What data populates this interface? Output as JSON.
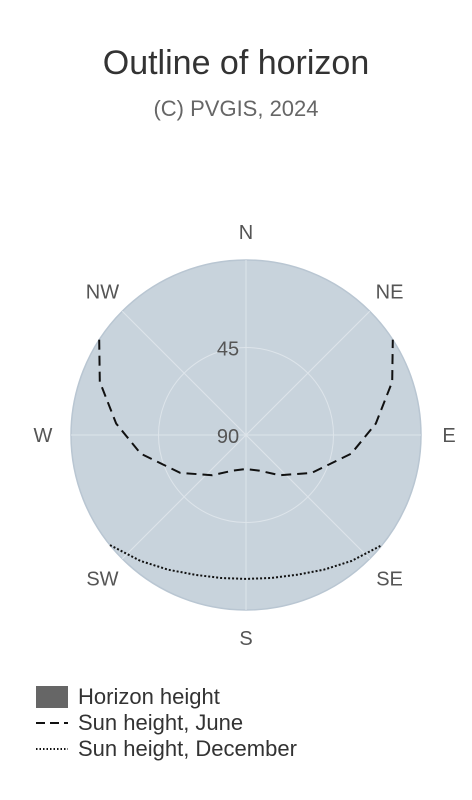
{
  "chart_data": {
    "type": "polar",
    "title": "Outline of horizon",
    "subtitle": "(C) PVGIS, 2024",
    "directions": [
      "N",
      "NE",
      "E",
      "SE",
      "S",
      "SW",
      "W",
      "NW"
    ],
    "radial_ticks": [
      "45",
      "90"
    ],
    "radial_range": [
      0,
      90
    ],
    "grid": true,
    "colors": {
      "horizon_fill": "#c8d3dc",
      "horizon_stroke": "#b9c6d2",
      "grid": "#dde4ea",
      "line": "#111111",
      "legend_horizon": "#666666"
    },
    "series": [
      {
        "name": "Horizon height",
        "style": "area",
        "values": [
          {
            "azimuth": 0,
            "elevation": 0
          },
          {
            "azimuth": 90,
            "elevation": 0
          },
          {
            "azimuth": 180,
            "elevation": 0
          },
          {
            "azimuth": 270,
            "elevation": 0
          }
        ]
      },
      {
        "name": "Sun height, June",
        "style": "dashed",
        "values": [
          {
            "azimuth": -123,
            "elevation": 0
          },
          {
            "azimuth": -110,
            "elevation": 10
          },
          {
            "azimuth": -95,
            "elevation": 23
          },
          {
            "azimuth": -80,
            "elevation": 35
          },
          {
            "azimuth": -60,
            "elevation": 51
          },
          {
            "azimuth": -40,
            "elevation": 63
          },
          {
            "azimuth": -20,
            "elevation": 70.5
          },
          {
            "azimuth": 0,
            "elevation": 72.5
          },
          {
            "azimuth": 20,
            "elevation": 70.5
          },
          {
            "azimuth": 40,
            "elevation": 63
          },
          {
            "azimuth": 60,
            "elevation": 51
          },
          {
            "azimuth": 80,
            "elevation": 35
          },
          {
            "azimuth": 95,
            "elevation": 23
          },
          {
            "azimuth": 110,
            "elevation": 10
          },
          {
            "azimuth": 123,
            "elevation": 0
          }
        ]
      },
      {
        "name": "Sun height, December",
        "style": "dotted",
        "values": [
          {
            "azimuth": -51,
            "elevation": 0
          },
          {
            "azimuth": -40,
            "elevation": 5.5
          },
          {
            "azimuth": -30,
            "elevation": 10
          },
          {
            "azimuth": -20,
            "elevation": 13.5
          },
          {
            "azimuth": -10,
            "elevation": 15.3
          },
          {
            "azimuth": 0,
            "elevation": 16
          },
          {
            "azimuth": 10,
            "elevation": 15.3
          },
          {
            "azimuth": 20,
            "elevation": 13.5
          },
          {
            "azimuth": 30,
            "elevation": 10
          },
          {
            "azimuth": 40,
            "elevation": 5.5
          },
          {
            "azimuth": 51,
            "elevation": 0
          }
        ]
      }
    ]
  }
}
